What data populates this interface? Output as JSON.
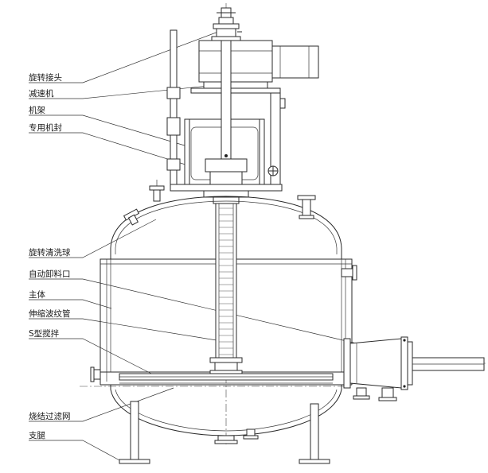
{
  "labels": [
    "旋转接头",
    "减速机",
    "机架",
    "专用机封",
    "旋转清洗球",
    "自动卸料口",
    "主体",
    "伸缩波纹管",
    "S型搅拌",
    "烧结过滤网",
    "支腿"
  ]
}
